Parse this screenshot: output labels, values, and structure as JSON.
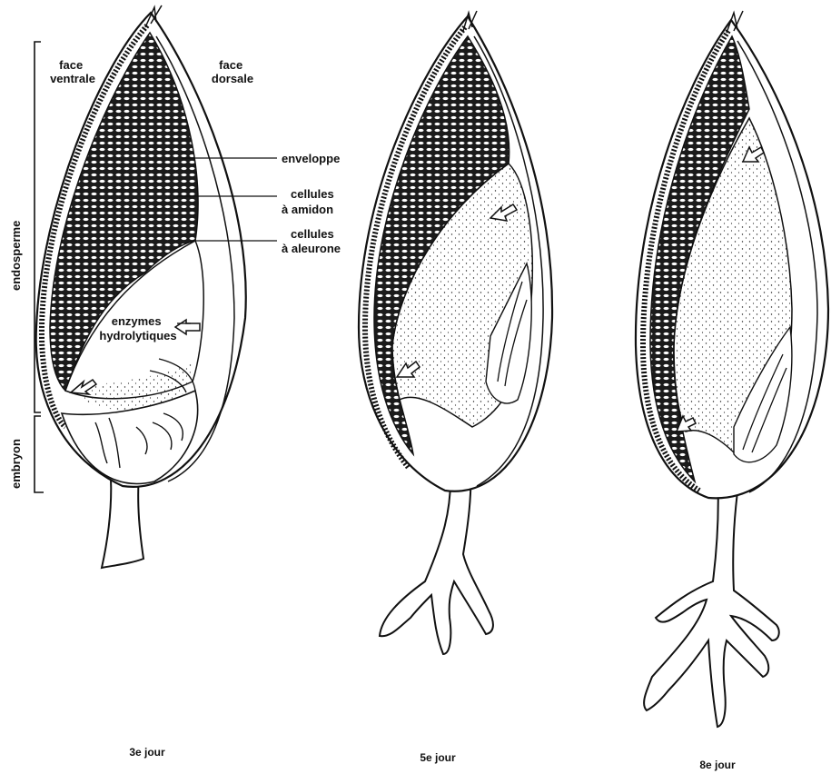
{
  "labels": {
    "face_ventrale": [
      "face",
      "ventrale"
    ],
    "face_dorsale": [
      "face",
      "dorsale"
    ],
    "enveloppe": "enveloppe",
    "cellules_amidon": [
      "cellules",
      "à amidon"
    ],
    "cellules_aleurone": [
      "cellules",
      "à aleurone"
    ],
    "enzymes": [
      "enzymes",
      "hydrolytiques"
    ],
    "endosperme": "endosperme",
    "embryon": "embryon"
  },
  "captions": {
    "day3": "3e jour",
    "day5": "5e jour",
    "day8": "8e jour"
  }
}
